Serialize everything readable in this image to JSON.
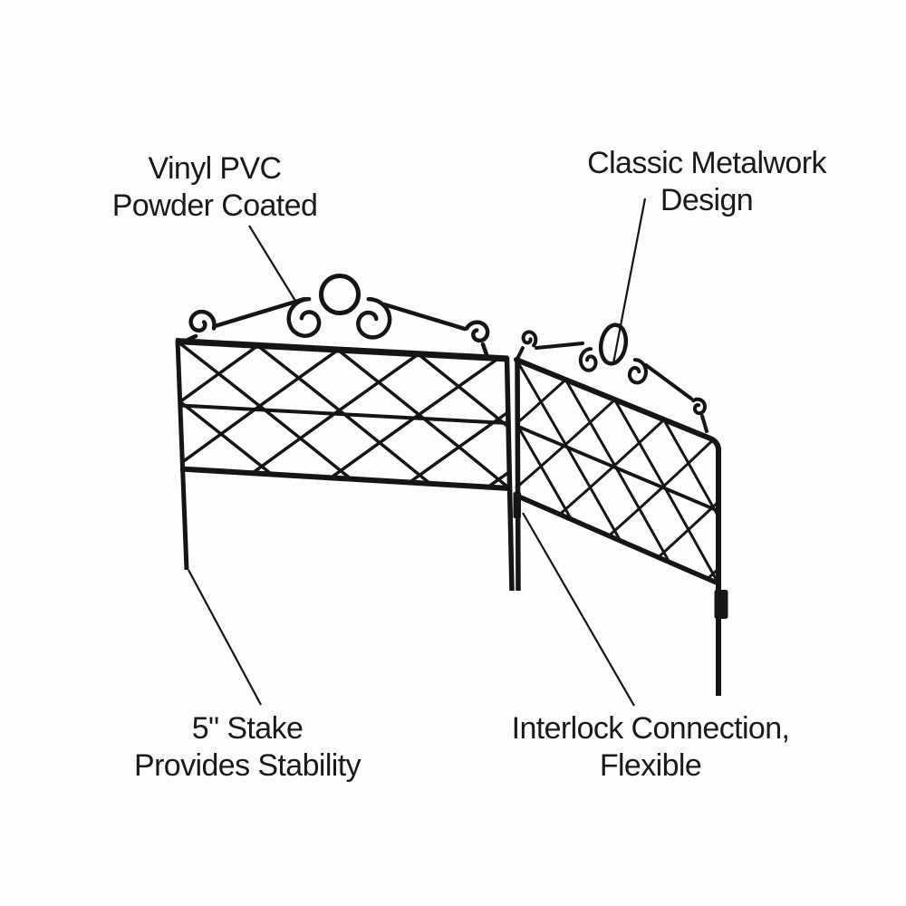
{
  "page": {
    "background_color": "#fdfdfd",
    "text_color": "#1a1a1a"
  },
  "illustration": {
    "name": "decorative-garden-border-fence-two-panels",
    "stroke_color": "#151515",
    "panel_count": 2
  },
  "callouts": [
    {
      "id": "vinyl-pvc",
      "lines": [
        "Vinyl PVC",
        "Powder Coated"
      ],
      "points_to": "left-panel-scrollwork"
    },
    {
      "id": "metalwork",
      "lines": [
        "Classic Metalwork",
        "Design"
      ],
      "points_to": "right-panel-scroll-circle"
    },
    {
      "id": "stake",
      "lines": [
        "5\" Stake",
        "Provides Stability"
      ],
      "points_to": "left-ground-stake"
    },
    {
      "id": "interlock",
      "lines": [
        "Interlock Connection,",
        "Flexible"
      ],
      "points_to": "center-panel-connection"
    }
  ]
}
